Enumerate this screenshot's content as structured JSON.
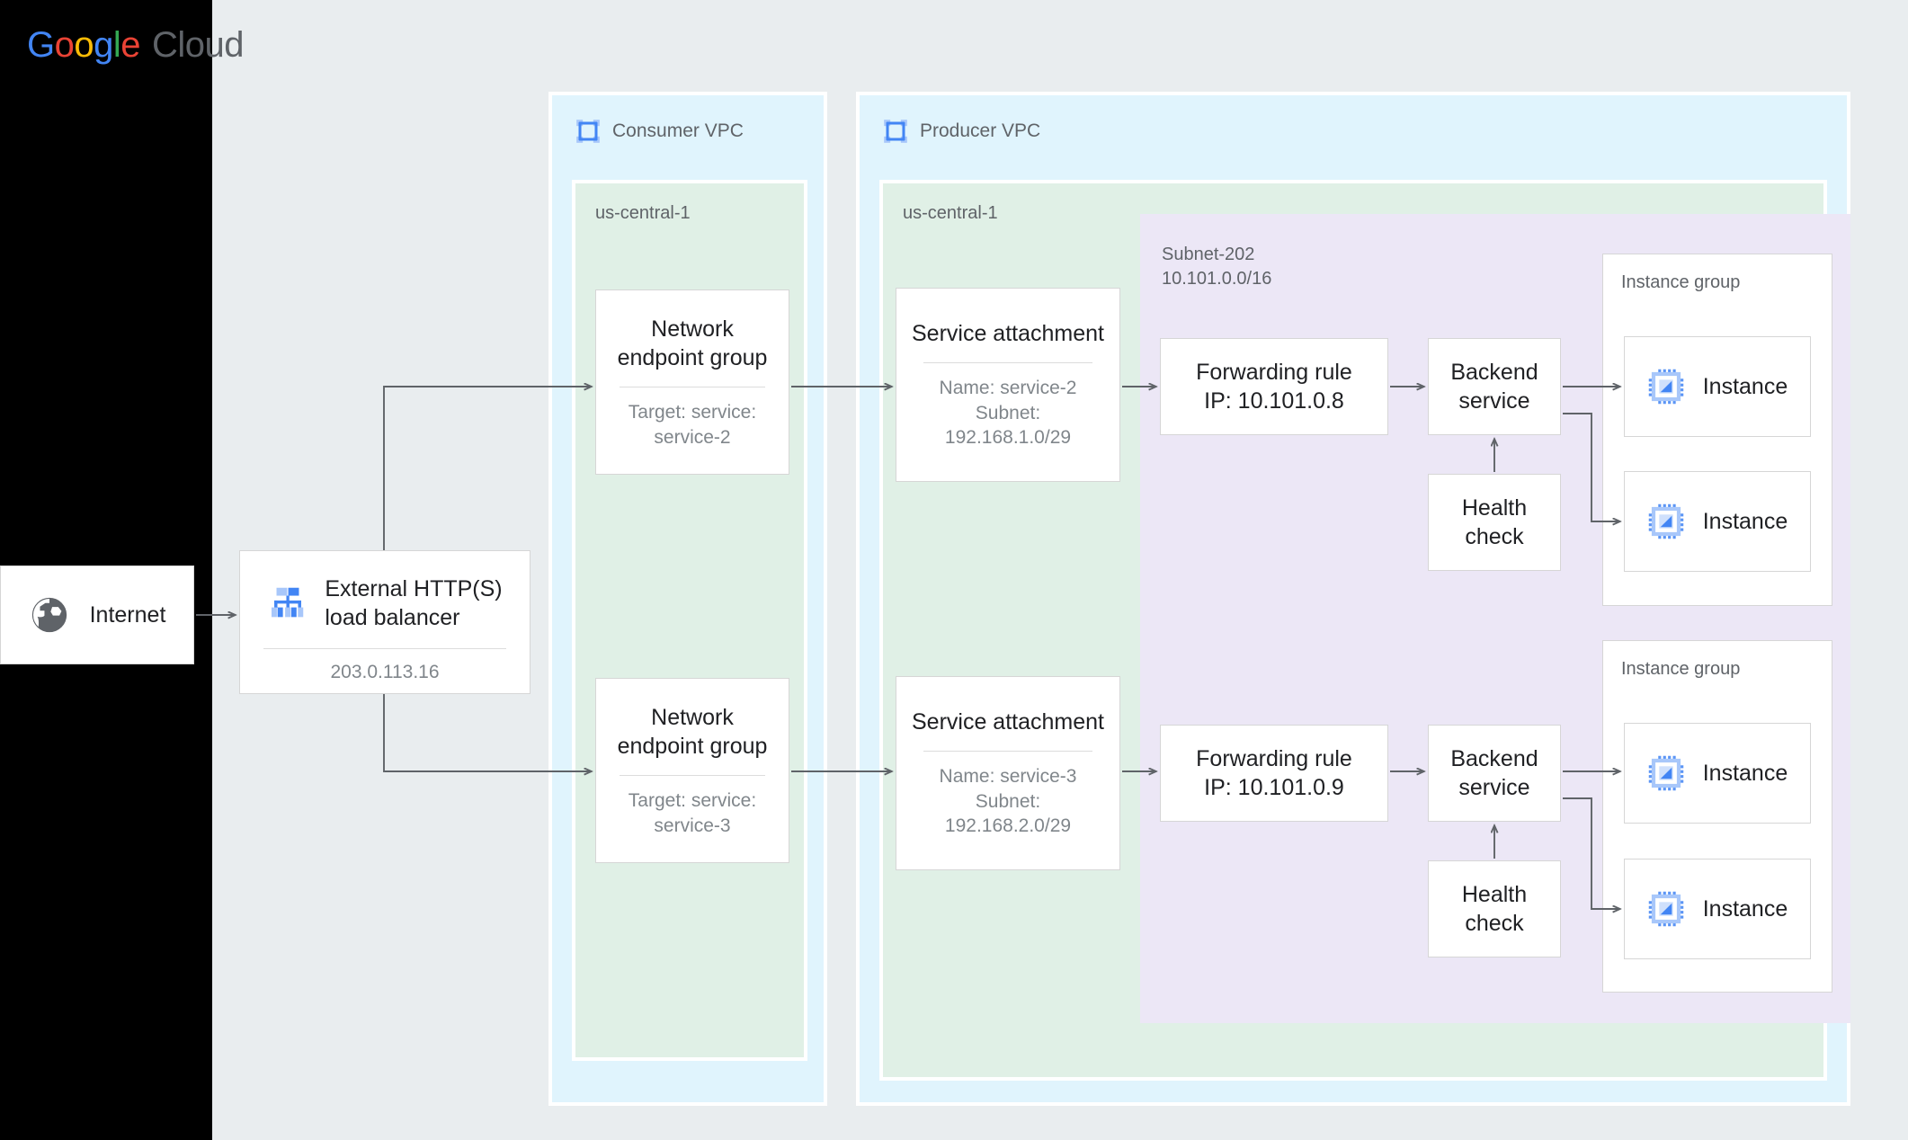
{
  "logo": {
    "g1": "G",
    "o1": "o",
    "o2": "o",
    "g2": "g",
    "l": "l",
    "e": "e",
    "cloud": "Cloud"
  },
  "internet": {
    "label": "Internet",
    "icon": "globe-icon"
  },
  "load_balancer": {
    "title_line1": "External HTTP(S)",
    "title_line2": "load balancer",
    "ip": "203.0.113.16",
    "icon": "load-balancer-icon"
  },
  "consumer_vpc": {
    "label": "Consumer VPC",
    "icon": "vpc-icon",
    "region": "us-central-1",
    "negs": [
      {
        "title_line1": "Network",
        "title_line2": "endpoint group",
        "sub_line1": "Target: service:",
        "sub_line2": "service-2"
      },
      {
        "title_line1": "Network",
        "title_line2": "endpoint group",
        "sub_line1": "Target: service:",
        "sub_line2": "service-3"
      }
    ]
  },
  "producer_vpc": {
    "label": "Producer VPC",
    "icon": "vpc-icon",
    "region": "us-central-1",
    "service_attachments": [
      {
        "title": "Service attachment",
        "sub_line1": "Name: service-2",
        "sub_line2": "Subnet:",
        "sub_line3": "192.168.1.0/29"
      },
      {
        "title": "Service attachment",
        "sub_line1": "Name: service-3",
        "sub_line2": "Subnet:",
        "sub_line3": "192.168.2.0/29"
      }
    ],
    "subnet": {
      "name": "Subnet-202",
      "cidr": "10.101.0.0/16"
    },
    "stacks": [
      {
        "forwarding_rule": {
          "line1": "Forwarding rule",
          "line2": "IP: 10.101.0.8"
        },
        "backend_service": {
          "line1": "Backend",
          "line2": "service"
        },
        "health_check": {
          "line1": "Health",
          "line2": "check"
        },
        "instance_group": {
          "label": "Instance group",
          "instances": [
            {
              "label": "Instance"
            },
            {
              "label": "Instance"
            }
          ]
        }
      },
      {
        "forwarding_rule": {
          "line1": "Forwarding rule",
          "line2": "IP: 10.101.0.9"
        },
        "backend_service": {
          "line1": "Backend",
          "line2": "service"
        },
        "health_check": {
          "line1": "Health",
          "line2": "check"
        },
        "instance_group": {
          "label": "Instance group",
          "instances": [
            {
              "label": "Instance"
            },
            {
              "label": "Instance"
            }
          ]
        }
      }
    ]
  },
  "colors": {
    "canvas": "#e9edef",
    "vpc": "#e0f4fd",
    "region": "#e0f0e6",
    "subnet": "#ece7f6",
    "accent_blue": "#4285f4",
    "icon_blue": "#5b95f5",
    "icon_blue_light": "#a8c7fa",
    "text_dark": "#202124",
    "text_muted": "#5f6368",
    "text_sub": "#80868b",
    "arrow": "#5f6368"
  }
}
